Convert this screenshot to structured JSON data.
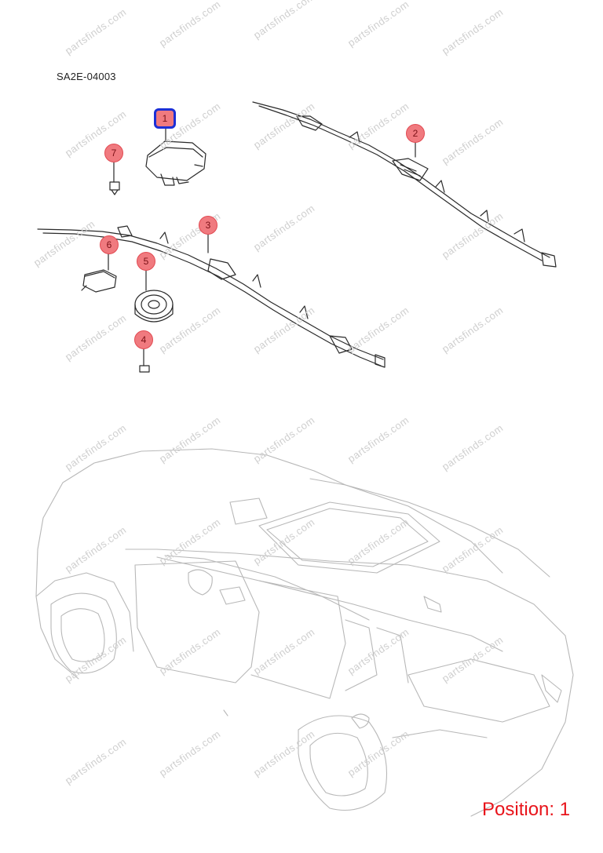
{
  "diagram": {
    "code": "SA2E-04003",
    "position_label": "Position: 1",
    "watermark_text": "partsfinds.com",
    "selected_callout": "1"
  },
  "callouts": [
    {
      "num": "1",
      "selected": true
    },
    {
      "num": "2",
      "selected": false
    },
    {
      "num": "3",
      "selected": false
    },
    {
      "num": "4",
      "selected": false
    },
    {
      "num": "5",
      "selected": false
    },
    {
      "num": "6",
      "selected": false
    },
    {
      "num": "7",
      "selected": false
    }
  ],
  "colors": {
    "callout_fill": "#f07a7f",
    "selection_outline": "#1c2fd6",
    "position_text": "#e8141b",
    "line_art": "#2a2a2a",
    "car_outline": "#b8b8b8"
  }
}
